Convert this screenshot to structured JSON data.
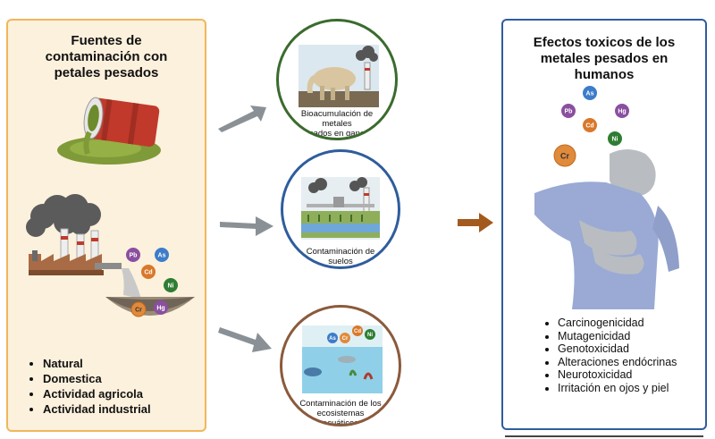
{
  "sources": {
    "title": "Fuentes de\ncontaminación con\npetales pesados",
    "items": [
      "Natural",
      "Domestica",
      "Actividad agricola",
      "Actividad industrial"
    ]
  },
  "pathways": [
    {
      "caption": "Bioacumulación de metales\npesados en ganado",
      "border": "#3b6b2e"
    },
    {
      "caption": "Contaminación de suelos\nagrícolas",
      "border": "#2f5d9c"
    },
    {
      "caption": "Contaminación de los\necosistemas acuáticos",
      "border": "#8b5a3c"
    }
  ],
  "effects": {
    "title": "Efectos toxicos de los\nmetales pesados en\nhumanos",
    "items": [
      "Carcinogenicidad",
      "Mutagenicidad",
      "Genotoxicidad",
      "Alteraciones endócrinas",
      "Neurotoxicidad",
      "Irritación en ojos y piel"
    ]
  },
  "metals": {
    "Pb": "Pb",
    "As": "As",
    "Cd": "Cd",
    "Ni": "Ni",
    "Hg": "Hg",
    "Cr": "Cr"
  },
  "colors": {
    "source_panel_bg": "#fcf1dd",
    "source_panel_border": "#f0b75a",
    "effects_border": "#2f5d9c",
    "gray_arrow": "#8a9196",
    "brown_arrow": "#a35a1e",
    "Pb": "#8a4fa0",
    "As": "#3d7cc9",
    "Cd": "#d9782a",
    "Ni": "#2f7d32",
    "Hg": "#8a4fa0",
    "Cr": "#e08a3c"
  }
}
